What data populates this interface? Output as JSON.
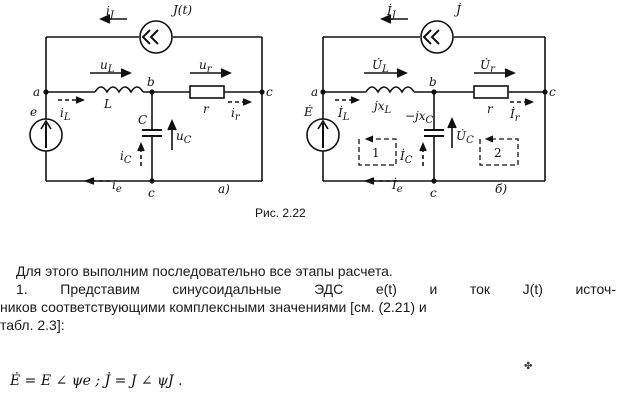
{
  "figure": {
    "left": {
      "label_iJ": "i",
      "label_iJ_sub": "J",
      "label_source": "J(t)",
      "node_a": "a",
      "node_b": "b",
      "node_c_right": "c",
      "node_c_bottom": "c",
      "label_e": "e",
      "label_uL": "u",
      "label_uL_sub": "L",
      "label_L": "L",
      "label_ur": "u",
      "label_ur_sub": "r",
      "label_r": "r",
      "label_ir": "i",
      "label_ir_sub": "r",
      "label_iL": "i",
      "label_iL_sub": "L",
      "label_C": "C",
      "label_uC": "u",
      "label_uC_sub": "C",
      "label_iC": "i",
      "label_iC_sub": "C",
      "label_ie": "i",
      "label_ie_sub": "e",
      "sublabel": "а)"
    },
    "right": {
      "label_IJ": "İ",
      "label_IJ_sub": "J",
      "label_source": "J̇",
      "node_a": "a",
      "node_b": "b",
      "node_c_right": "c",
      "node_c_bottom": "c",
      "label_E": "Ė",
      "label_UL": "U̇",
      "label_UL_sub": "L",
      "label_jxL": "jx",
      "label_jxL_sub": "L",
      "label_Ur": "U̇",
      "label_Ur_sub": "r",
      "label_r": "r",
      "label_Ir": "İ",
      "label_Ir_sub": "r",
      "label_IL": "İ",
      "label_IL_sub": "L",
      "label_jxC": "−jx",
      "label_jxC_sub": "C",
      "label_UC": "U̇",
      "label_UC_sub": "C",
      "label_IC": "İ",
      "label_IC_sub": "C",
      "label_Ie": "İ",
      "label_Ie_sub": "e",
      "loop1": "1",
      "loop2": "2",
      "sublabel": "б)"
    },
    "caption": "Рис. 2.22"
  },
  "text": {
    "p1": "Для этого выполним последовательно все этапы расчета.",
    "p2": "1. Представим синусоидальные ЭДС e(t) и ток J(t) источ-",
    "p3": "ников соответствующими комплексными значениями [см. (2.21) и",
    "p4": "табл. 2.3]:",
    "equation": "Ė = E ∠ ψe ;   J̇ = J ∠ ψJ ."
  }
}
